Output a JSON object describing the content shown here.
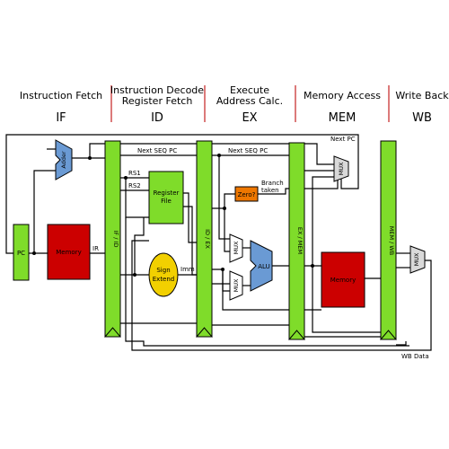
{
  "stages": [
    {
      "title_lines": [
        "Instruction Fetch"
      ],
      "abbr": "IF"
    },
    {
      "title_lines": [
        "Instruction Decode",
        "Register Fetch"
      ],
      "abbr": "ID"
    },
    {
      "title_lines": [
        "Execute",
        "Address Calc."
      ],
      "abbr": "EX"
    },
    {
      "title_lines": [
        "Memory Access"
      ],
      "abbr": "MEM"
    },
    {
      "title_lines": [
        "Write Back"
      ],
      "abbr": "WB"
    }
  ],
  "blocks": {
    "pc": "PC",
    "instruction_memory": "Memory",
    "adder": "Adder",
    "register_file": [
      "Register",
      "File"
    ],
    "sign_extend": [
      "Sign",
      "Extend"
    ],
    "zero_test": "Zero?",
    "alu": "ALU",
    "data_memory": "Memory",
    "mux": "MUX"
  },
  "pipeline_registers": [
    "IF / ID",
    "ID / EX",
    "EX / MEM",
    "MEM / WB"
  ],
  "signals": {
    "ir": "IR",
    "next_seq_pc": "Next SEQ PC",
    "rs1": "RS1",
    "rs2": "RS2",
    "imm": "Imm",
    "branch_taken": [
      "Branch",
      "taken"
    ],
    "next_pc": "Next PC",
    "wb_data": "WB Data"
  },
  "colors": {
    "pipeline_register": "#7fdc2a",
    "memory": "#cc0000",
    "register_file": "#7fdc2a",
    "sign_extend": "#f2d000",
    "adder": "#6a9ad4",
    "alu": "#6a9ad4",
    "zero_test": "#ee7700",
    "mux": "#d9d9d9",
    "divider": "#c83232"
  }
}
